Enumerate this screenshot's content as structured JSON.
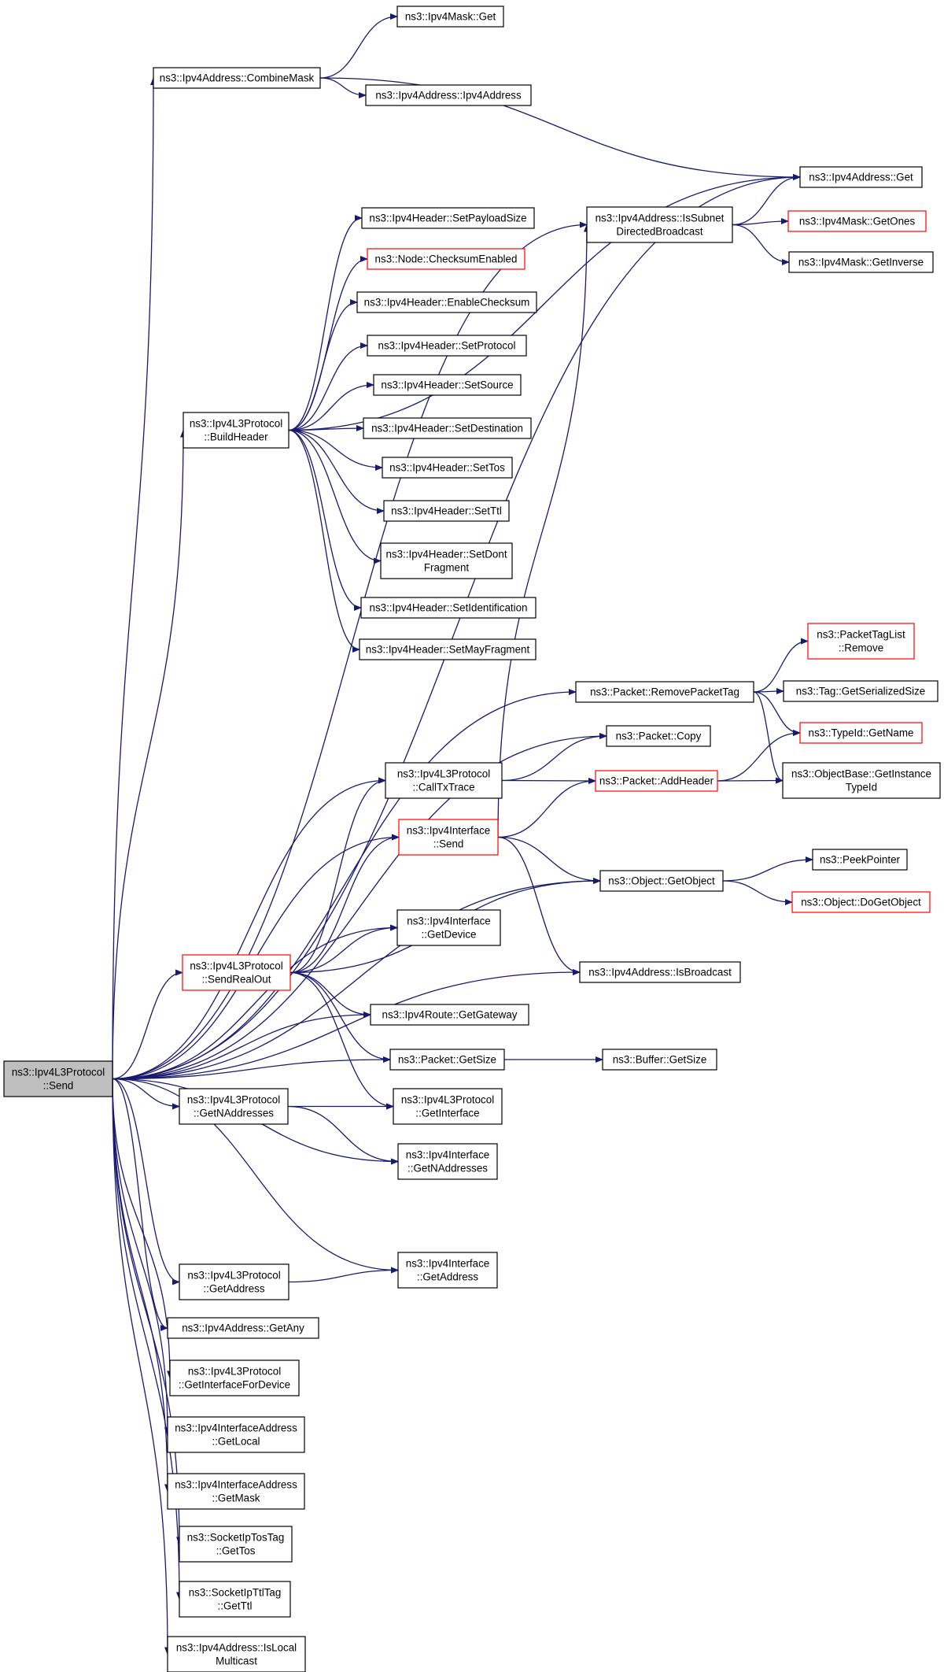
{
  "graph": {
    "title": "Call graph of ns3::Ipv4L3Protocol::Send",
    "colors": {
      "edge": "#191970",
      "node_border": "#000000",
      "node_border_truncated": "#ff0000",
      "root_fill": "#bfbfbf",
      "node_fill": "#ffffff"
    },
    "nodes": {
      "send": {
        "lines": [
          "ns3::Ipv4L3Protocol",
          "::Send"
        ],
        "style": "root"
      },
      "combineMask": {
        "lines": [
          "ns3::Ipv4Address::CombineMask"
        ],
        "style": "normal"
      },
      "maskGet": {
        "lines": [
          "ns3::Ipv4Mask::Get"
        ],
        "style": "normal"
      },
      "addrCtor": {
        "lines": [
          "ns3::Ipv4Address::Ipv4Address"
        ],
        "style": "normal"
      },
      "addrGet": {
        "lines": [
          "ns3::Ipv4Address::Get"
        ],
        "style": "normal"
      },
      "isSubnet": {
        "lines": [
          "ns3::Ipv4Address::IsSubnet",
          "DirectedBroadcast"
        ],
        "style": "normal"
      },
      "getOnes": {
        "lines": [
          "ns3::Ipv4Mask::GetOnes"
        ],
        "style": "truncated"
      },
      "getInverse": {
        "lines": [
          "ns3::Ipv4Mask::GetInverse"
        ],
        "style": "normal"
      },
      "setPayload": {
        "lines": [
          "ns3::Ipv4Header::SetPayloadSize"
        ],
        "style": "normal"
      },
      "checksum": {
        "lines": [
          "ns3::Node::ChecksumEnabled"
        ],
        "style": "truncated"
      },
      "enableChecksum": {
        "lines": [
          "ns3::Ipv4Header::EnableChecksum"
        ],
        "style": "normal"
      },
      "setProtocol": {
        "lines": [
          "ns3::Ipv4Header::SetProtocol"
        ],
        "style": "normal"
      },
      "setSource": {
        "lines": [
          "ns3::Ipv4Header::SetSource"
        ],
        "style": "normal"
      },
      "buildHeader": {
        "lines": [
          "ns3::Ipv4L3Protocol",
          "::BuildHeader"
        ],
        "style": "normal"
      },
      "setDestination": {
        "lines": [
          "ns3::Ipv4Header::SetDestination"
        ],
        "style": "normal"
      },
      "setTos": {
        "lines": [
          "ns3::Ipv4Header::SetTos"
        ],
        "style": "normal"
      },
      "setTtl": {
        "lines": [
          "ns3::Ipv4Header::SetTtl"
        ],
        "style": "normal"
      },
      "setDontFrag": {
        "lines": [
          "ns3::Ipv4Header::SetDont",
          "Fragment"
        ],
        "style": "normal"
      },
      "setIdent": {
        "lines": [
          "ns3::Ipv4Header::SetIdentification"
        ],
        "style": "normal"
      },
      "setMayFrag": {
        "lines": [
          "ns3::Ipv4Header::SetMayFragment"
        ],
        "style": "normal"
      },
      "tagListRemove": {
        "lines": [
          "ns3::PacketTagList",
          "::Remove"
        ],
        "style": "truncated"
      },
      "removeTag": {
        "lines": [
          "ns3::Packet::RemovePacketTag"
        ],
        "style": "normal"
      },
      "tagSerSize": {
        "lines": [
          "ns3::Tag::GetSerializedSize"
        ],
        "style": "normal"
      },
      "packetCopy": {
        "lines": [
          "ns3::Packet::Copy"
        ],
        "style": "normal"
      },
      "typeIdName": {
        "lines": [
          "ns3::TypeId::GetName"
        ],
        "style": "truncated"
      },
      "callTx": {
        "lines": [
          "ns3::Ipv4L3Protocol",
          "::CallTxTrace"
        ],
        "style": "normal"
      },
      "addHeader": {
        "lines": [
          "ns3::Packet::AddHeader"
        ],
        "style": "truncated"
      },
      "getInstance": {
        "lines": [
          "ns3::ObjectBase::GetInstance",
          "TypeId"
        ],
        "style": "normal"
      },
      "ifSend": {
        "lines": [
          "ns3::Ipv4Interface",
          "::Send"
        ],
        "style": "truncated"
      },
      "peekPointer": {
        "lines": [
          "ns3::PeekPointer"
        ],
        "style": "normal"
      },
      "getObject": {
        "lines": [
          "ns3::Object::GetObject"
        ],
        "style": "normal"
      },
      "doGetObject": {
        "lines": [
          "ns3::Object::DoGetObject"
        ],
        "style": "truncated"
      },
      "getDevice": {
        "lines": [
          "ns3::Ipv4Interface",
          "::GetDevice"
        ],
        "style": "normal"
      },
      "sendRealOut": {
        "lines": [
          "ns3::Ipv4L3Protocol",
          "::SendRealOut"
        ],
        "style": "truncated"
      },
      "isBroadcast": {
        "lines": [
          "ns3::Ipv4Address::IsBroadcast"
        ],
        "style": "normal"
      },
      "getGateway": {
        "lines": [
          "ns3::Ipv4Route::GetGateway"
        ],
        "style": "normal"
      },
      "packetSize": {
        "lines": [
          "ns3::Packet::GetSize"
        ],
        "style": "normal"
      },
      "bufferSize": {
        "lines": [
          "ns3::Buffer::GetSize"
        ],
        "style": "normal"
      },
      "l3NAddr": {
        "lines": [
          "ns3::Ipv4L3Protocol",
          "::GetNAddresses"
        ],
        "style": "normal"
      },
      "l3GetIf": {
        "lines": [
          "ns3::Ipv4L3Protocol",
          "::GetInterface"
        ],
        "style": "normal"
      },
      "ifNAddr": {
        "lines": [
          "ns3::Ipv4Interface",
          "::GetNAddresses"
        ],
        "style": "normal"
      },
      "l3GetAddr": {
        "lines": [
          "ns3::Ipv4L3Protocol",
          "::GetAddress"
        ],
        "style": "normal"
      },
      "ifGetAddr": {
        "lines": [
          "ns3::Ipv4Interface",
          "::GetAddress"
        ],
        "style": "normal"
      },
      "getAny": {
        "lines": [
          "ns3::Ipv4Address::GetAny"
        ],
        "style": "normal"
      },
      "ifForDevice": {
        "lines": [
          "ns3::Ipv4L3Protocol",
          "::GetInterfaceForDevice"
        ],
        "style": "normal"
      },
      "ifaGetLocal": {
        "lines": [
          "ns3::Ipv4InterfaceAddress",
          "::GetLocal"
        ],
        "style": "normal"
      },
      "ifaGetMask": {
        "lines": [
          "ns3::Ipv4InterfaceAddress",
          "::GetMask"
        ],
        "style": "normal"
      },
      "tosTag": {
        "lines": [
          "ns3::SocketIpTosTag",
          "::GetTos"
        ],
        "style": "normal"
      },
      "ttlTag": {
        "lines": [
          "ns3::SocketIpTtlTag",
          "::GetTtl"
        ],
        "style": "normal"
      },
      "isLocalMc": {
        "lines": [
          "ns3::Ipv4Address::IsLocal",
          "Multicast"
        ],
        "style": "normal"
      }
    },
    "edges": [
      [
        "send",
        "combineMask"
      ],
      [
        "send",
        "addrGet"
      ],
      [
        "send",
        "isSubnet"
      ],
      [
        "send",
        "buildHeader"
      ],
      [
        "send",
        "removeTag"
      ],
      [
        "send",
        "packetCopy"
      ],
      [
        "send",
        "callTx"
      ],
      [
        "send",
        "ifSend"
      ],
      [
        "send",
        "getObject"
      ],
      [
        "send",
        "getDevice"
      ],
      [
        "send",
        "sendRealOut"
      ],
      [
        "send",
        "isBroadcast"
      ],
      [
        "send",
        "getGateway"
      ],
      [
        "send",
        "packetSize"
      ],
      [
        "send",
        "l3NAddr"
      ],
      [
        "send",
        "ifNAddr"
      ],
      [
        "send",
        "l3GetAddr"
      ],
      [
        "send",
        "ifGetAddr"
      ],
      [
        "send",
        "getAny"
      ],
      [
        "send",
        "ifForDevice"
      ],
      [
        "send",
        "ifaGetLocal"
      ],
      [
        "send",
        "ifaGetMask"
      ],
      [
        "send",
        "tosTag"
      ],
      [
        "send",
        "ttlTag"
      ],
      [
        "send",
        "isLocalMc"
      ],
      [
        "combineMask",
        "maskGet"
      ],
      [
        "combineMask",
        "addrCtor"
      ],
      [
        "combineMask",
        "addrGet"
      ],
      [
        "isSubnet",
        "addrGet"
      ],
      [
        "isSubnet",
        "getOnes"
      ],
      [
        "isSubnet",
        "getInverse"
      ],
      [
        "buildHeader",
        "addrGet"
      ],
      [
        "buildHeader",
        "setPayload"
      ],
      [
        "buildHeader",
        "checksum"
      ],
      [
        "buildHeader",
        "enableChecksum"
      ],
      [
        "buildHeader",
        "setProtocol"
      ],
      [
        "buildHeader",
        "setSource"
      ],
      [
        "buildHeader",
        "setDestination"
      ],
      [
        "buildHeader",
        "setTos"
      ],
      [
        "buildHeader",
        "setTtl"
      ],
      [
        "buildHeader",
        "setDontFrag"
      ],
      [
        "buildHeader",
        "setIdent"
      ],
      [
        "buildHeader",
        "setMayFrag"
      ],
      [
        "removeTag",
        "tagListRemove"
      ],
      [
        "removeTag",
        "tagSerSize"
      ],
      [
        "removeTag",
        "typeIdName"
      ],
      [
        "removeTag",
        "getInstance"
      ],
      [
        "callTx",
        "packetCopy"
      ],
      [
        "callTx",
        "addHeader"
      ],
      [
        "addHeader",
        "typeIdName"
      ],
      [
        "addHeader",
        "getInstance"
      ],
      [
        "ifSend",
        "isSubnet"
      ],
      [
        "ifSend",
        "addHeader"
      ],
      [
        "ifSend",
        "getObject"
      ],
      [
        "ifSend",
        "isBroadcast"
      ],
      [
        "getObject",
        "peekPointer"
      ],
      [
        "getObject",
        "doGetObject"
      ],
      [
        "sendRealOut",
        "callTx"
      ],
      [
        "sendRealOut",
        "ifSend"
      ],
      [
        "sendRealOut",
        "getDevice"
      ],
      [
        "sendRealOut",
        "getObject"
      ],
      [
        "sendRealOut",
        "getGateway"
      ],
      [
        "sendRealOut",
        "packetSize"
      ],
      [
        "sendRealOut",
        "l3GetIf"
      ],
      [
        "packetSize",
        "bufferSize"
      ],
      [
        "l3NAddr",
        "l3GetIf"
      ],
      [
        "l3NAddr",
        "ifNAddr"
      ],
      [
        "l3GetAddr",
        "ifGetAddr"
      ]
    ]
  }
}
